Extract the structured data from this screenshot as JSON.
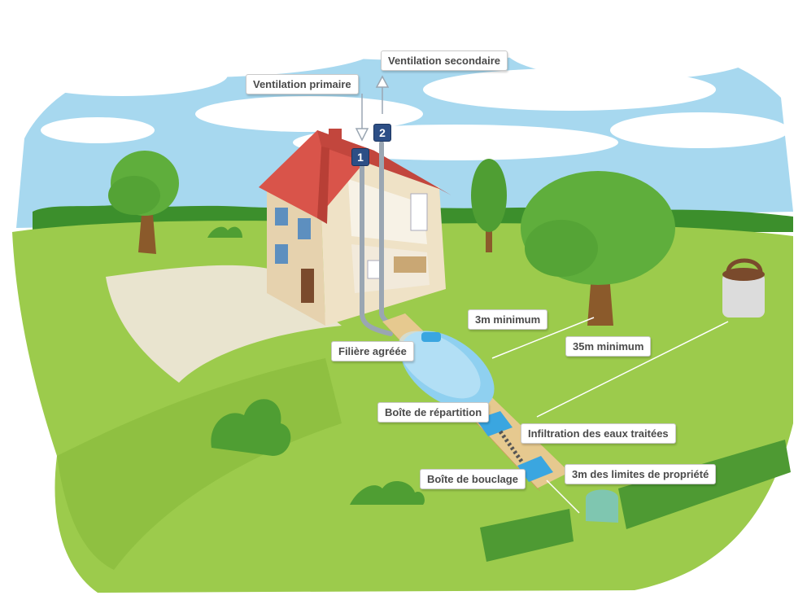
{
  "labels": {
    "ventilation_primaire": "Ventilation primaire",
    "ventilation_secondaire": "Ventilation secondaire",
    "distance_3m": "3m minimum",
    "distance_35m": "35m minimum",
    "filiere": "Filière agréée",
    "boite_repartition": "Boîte de répartition",
    "infiltration": "Infiltration des eaux traitées",
    "boite_bouclage": "Boîte de bouclage",
    "limites_propriete": "3m des limites de propriété"
  },
  "badges": {
    "one": "1",
    "two": "2"
  },
  "colors": {
    "sky": "#a7d8ef",
    "grass": "#9ccb4c",
    "grass_dark": "#7fb33a",
    "roof": "#d9544a",
    "wall": "#e6d2ae",
    "tank": "#8fd0f0",
    "box": "#3aa6e0",
    "hedge": "#4e9a33",
    "badge": "#2d4f86"
  }
}
